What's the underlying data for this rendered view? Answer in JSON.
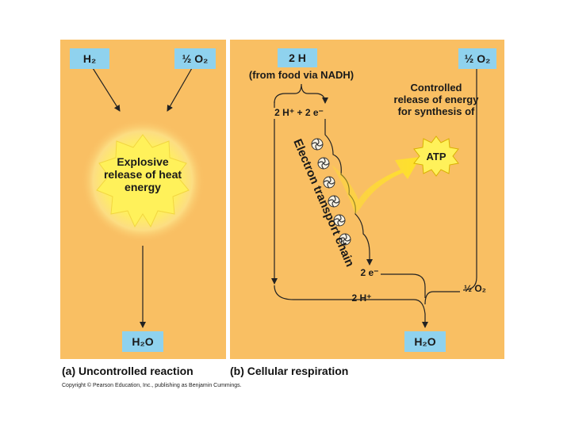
{
  "panel_a": {
    "h2_label": "H₂",
    "half_o2_label": "½ O₂",
    "explosion_text": "Explosive release of heat energy",
    "h2o_label": "H₂O",
    "caption": "(a) Uncontrolled reaction"
  },
  "panel_b": {
    "two_h_label": "2 H",
    "from_food_label": "(from food via NADH)",
    "split_label": "2 H⁺  +  2 e⁻",
    "controlled_text": "Controlled release of energy for synthesis of",
    "atp_label": "ATP",
    "half_o2_top": "½ O₂",
    "etc_label": "Electron transport chain",
    "two_e_label": "2 e⁻",
    "two_hplus_label": "2 H⁺",
    "half_o2_bottom": "½ O₂",
    "h2o_label": "H₂O",
    "caption": "(b) Cellular respiration"
  },
  "copyright": "Copyright © Pearson Education, Inc., publishing as Benjamin Cummings.",
  "colors": {
    "panel_bg": "#f9bf63",
    "box_blue": "#8fd2ee",
    "burst_yellow": "#fff15a",
    "arrow_yellow": "#ffe22a"
  }
}
